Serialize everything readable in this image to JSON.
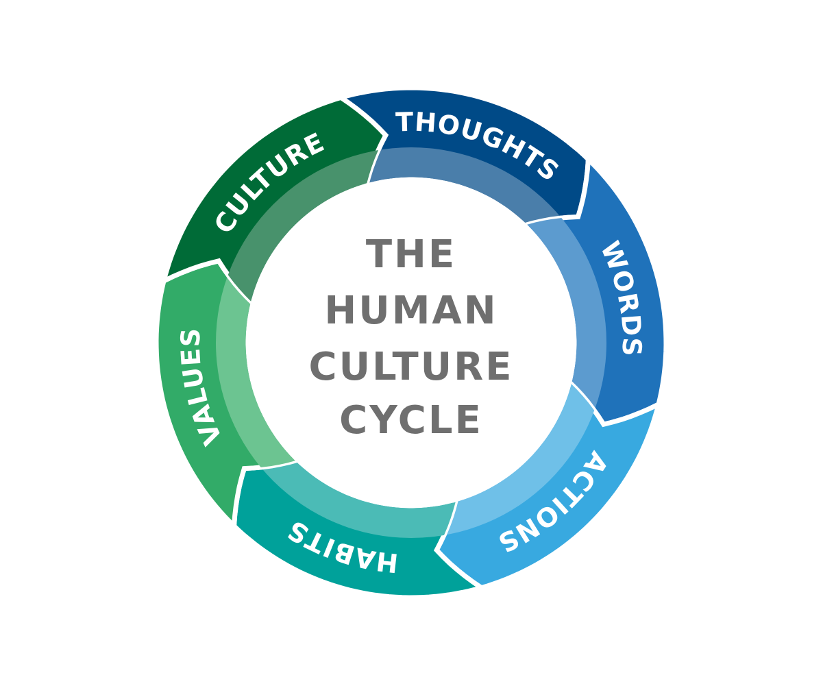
{
  "center_title": {
    "lines": [
      "THE",
      "HUMAN",
      "CULTURE",
      "CYCLE"
    ]
  },
  "segments": [
    {
      "label": "THOUGHTS",
      "outer_color": "#004a87",
      "inner_color": "#4a7eaa"
    },
    {
      "label": "WORDS",
      "outer_color": "#1f72ba",
      "inner_color": "#5c9bcf"
    },
    {
      "label": "ACTIONS",
      "outer_color": "#38a9e0",
      "inner_color": "#6fc0e8"
    },
    {
      "label": "HABITS",
      "outer_color": "#00a19a",
      "inner_color": "#4bbbb6"
    },
    {
      "label": "VALUES",
      "outer_color": "#32ab68",
      "inner_color": "#6cc491"
    },
    {
      "label": "CULTURE",
      "outer_color": "#006b37",
      "inner_color": "#48926c"
    }
  ],
  "background_color": "#ffffff",
  "separator_color": "#ffffff"
}
